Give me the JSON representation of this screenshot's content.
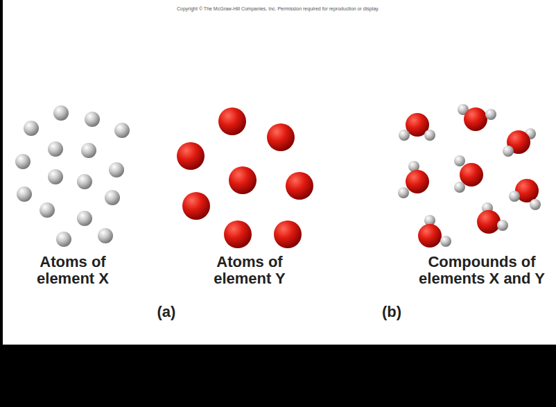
{
  "diagram": {
    "labels": [
      "Copyright © The McGraw-Hill Companies, Inc. Permission required for reproduction or display.",
      "Atoms of element X",
      "Atoms of element Y",
      "Compounds of elements X and Y",
      "(a)",
      "(b)"
    ]
  }
}
